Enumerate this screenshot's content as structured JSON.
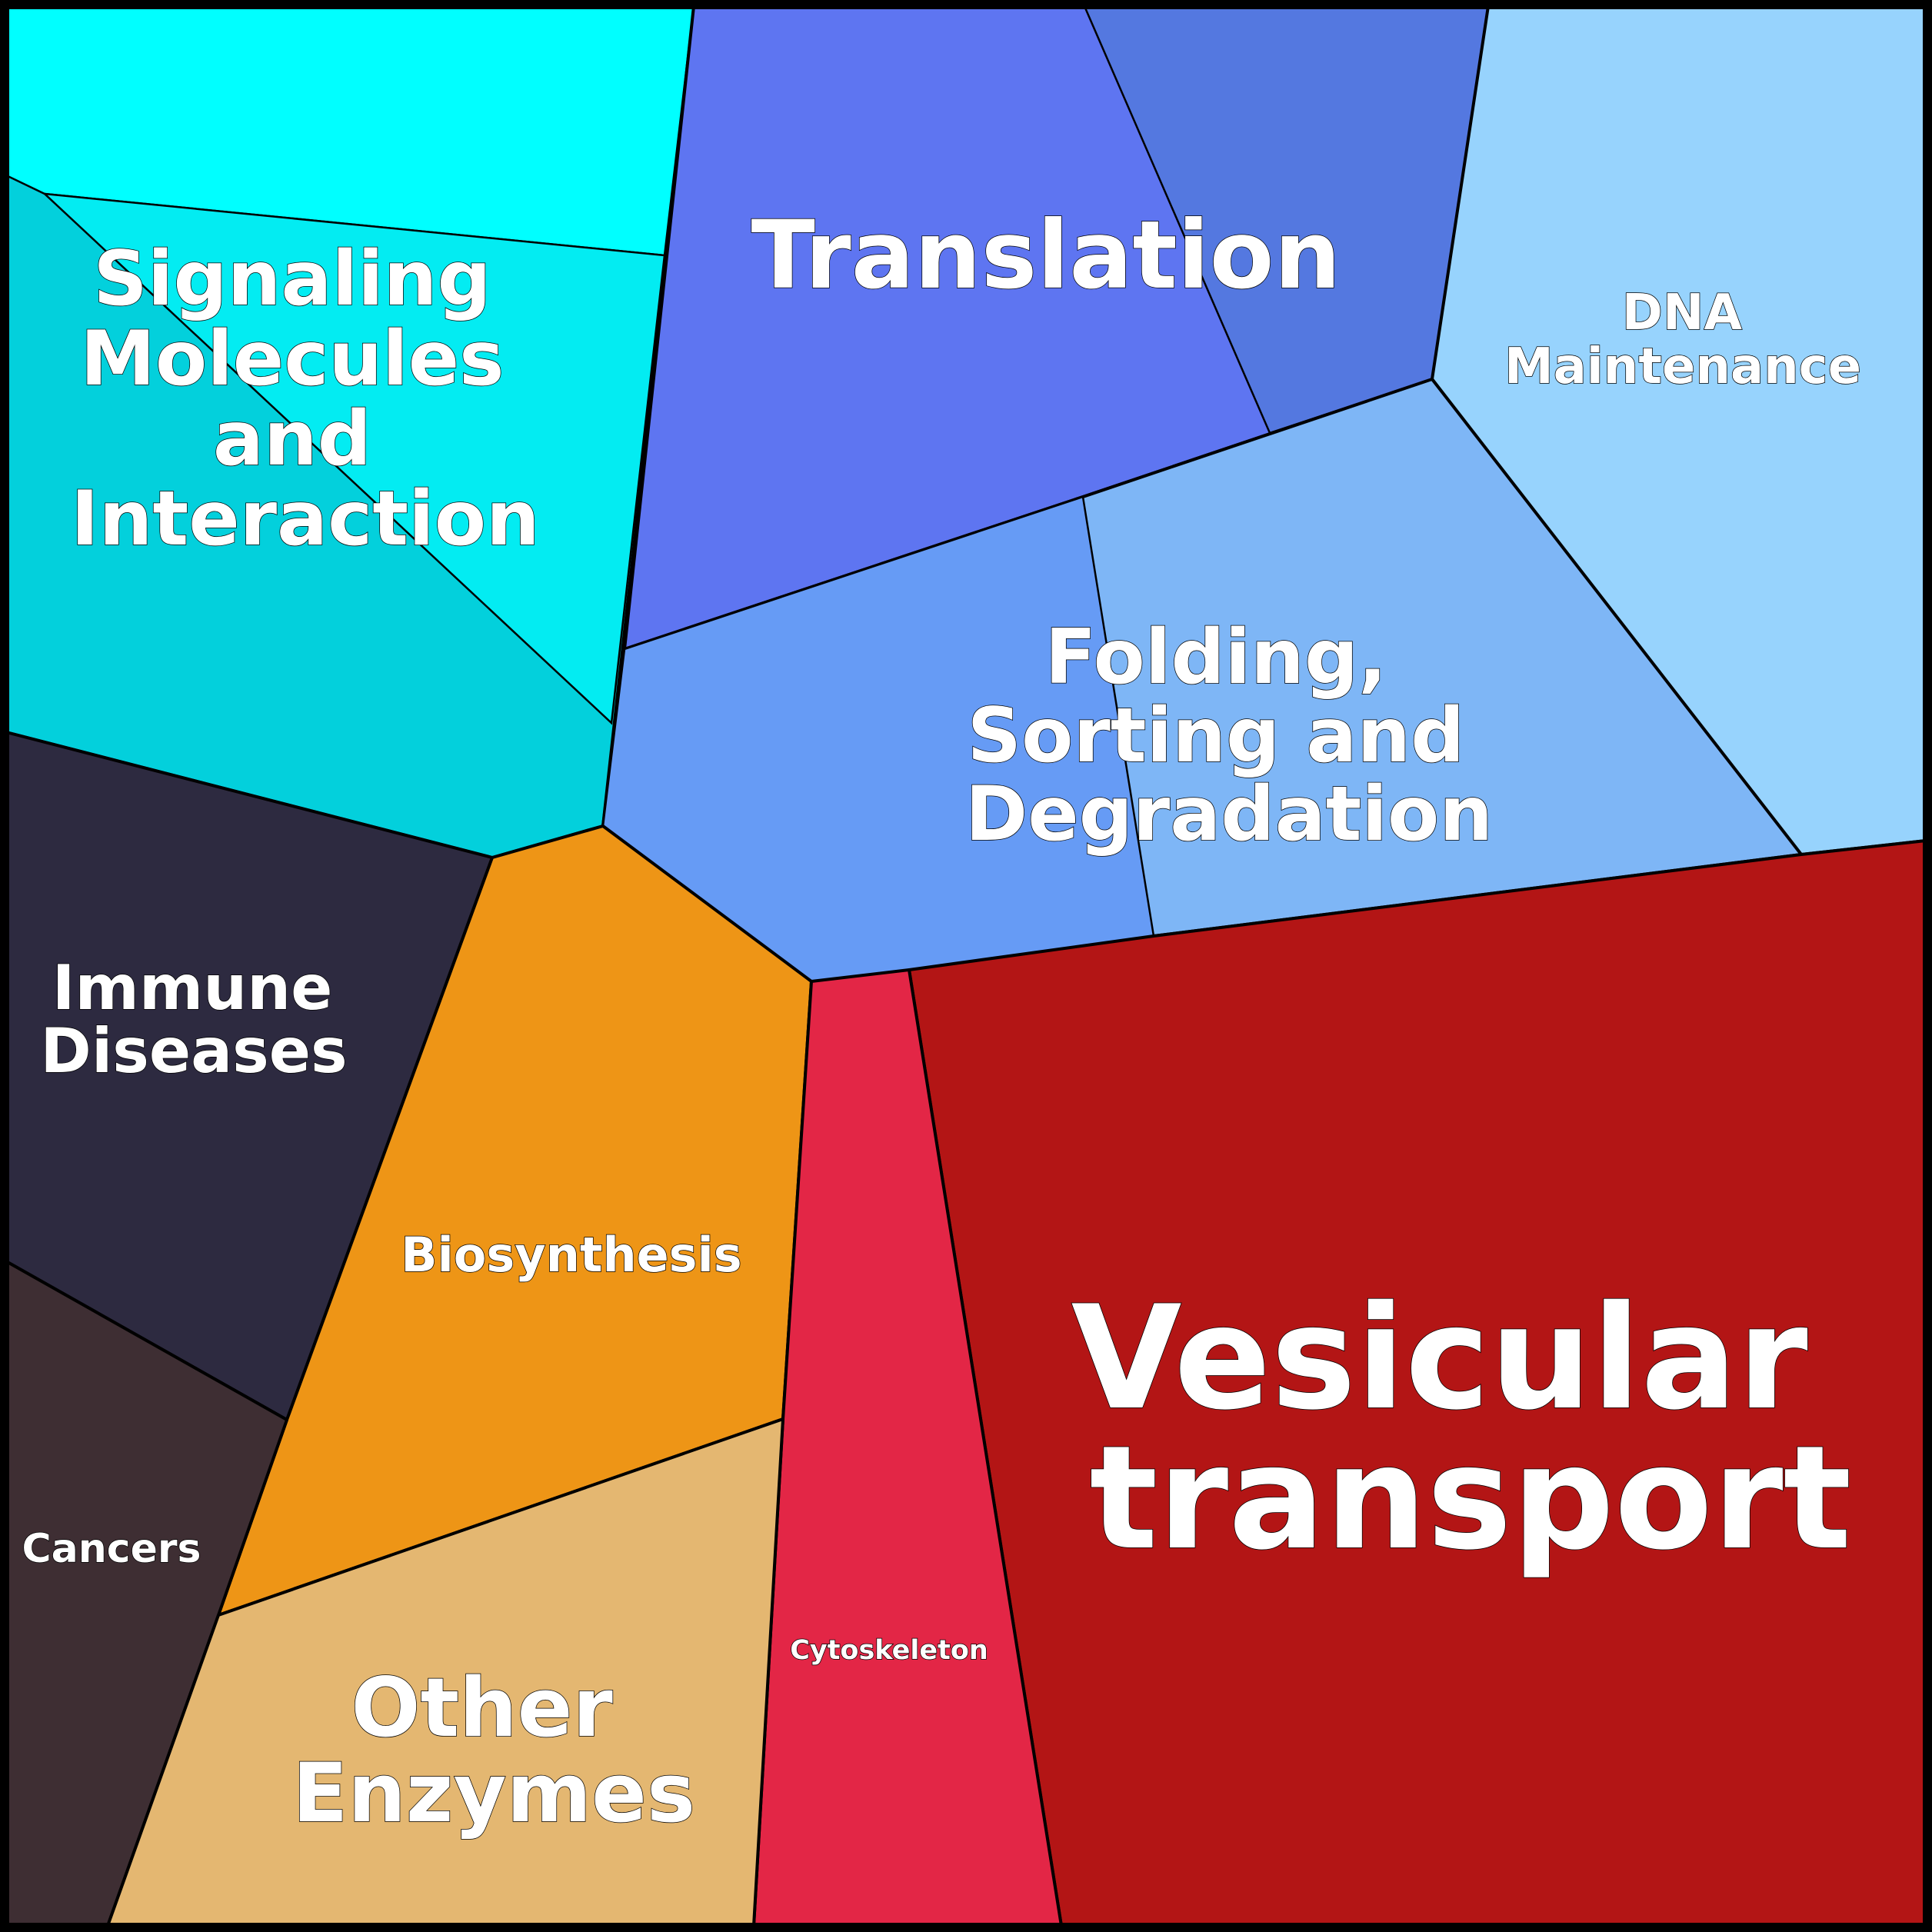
{
  "categories": [
    {
      "key": "signaling",
      "label": [
        "Signaling",
        "Molecules",
        "and",
        "Interaction"
      ],
      "color": "#03D0DC"
    },
    {
      "key": "translation",
      "label": [
        "Translation"
      ],
      "color": "#5E75F1"
    },
    {
      "key": "dna",
      "label": [
        "DNA",
        "Maintenance"
      ],
      "color": "#97D3FD"
    },
    {
      "key": "folding",
      "label": [
        "Folding,",
        "Sorting and",
        "Degradation"
      ],
      "color": "#7EB6F6"
    },
    {
      "key": "immune",
      "label": [
        "Immune",
        "Diseases"
      ],
      "color": "#2D2A40"
    },
    {
      "key": "biosynthesis",
      "label": [
        "Biosynthesis"
      ],
      "color": "#EE9516"
    },
    {
      "key": "vesicular",
      "label": [
        "Vesicular",
        "transport"
      ],
      "color": "#B31515"
    },
    {
      "key": "cancers",
      "label": [
        "Cancers"
      ],
      "color": "#3E2E33"
    },
    {
      "key": "cytoskeleton",
      "label": [
        "Cytoskeleton"
      ],
      "color": "#E32646"
    },
    {
      "key": "other",
      "label": [
        "Other",
        "Enzymes"
      ],
      "color": "#E4B771"
    }
  ],
  "subcolors": {
    "signaling_top": "#00FFFF",
    "signaling_mid": "#03ECF2",
    "translation_right": "#5478E0",
    "folding_left": "#669BF5"
  }
}
